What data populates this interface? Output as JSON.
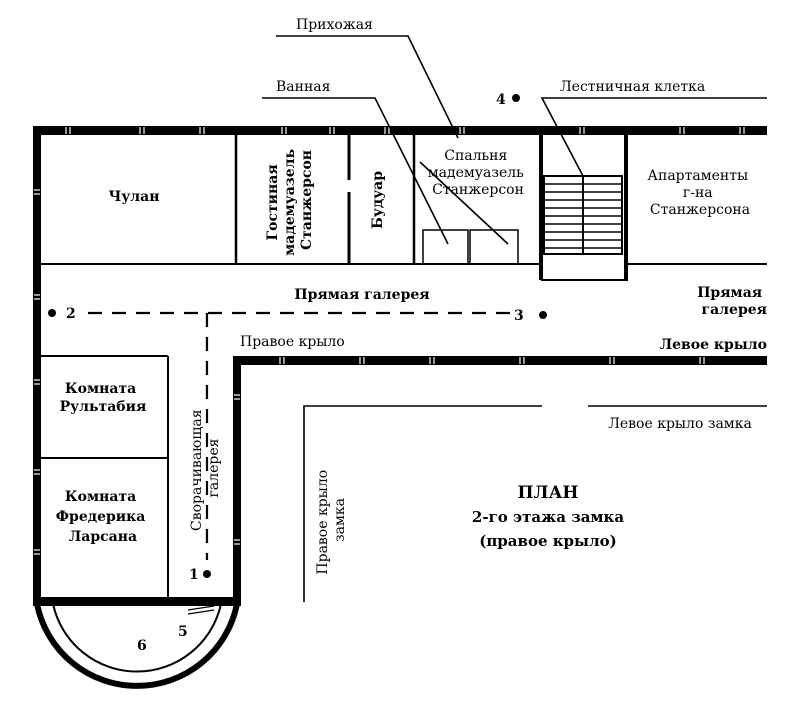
{
  "plan": {
    "title": "ПЛАН",
    "subtitle_line1": "2-го этажа замка",
    "subtitle_line2": "(правое крыло)"
  },
  "callouts": {
    "hallway": "Прихожая",
    "bathroom": "Ванная",
    "stairwell": "Лестничная клетка"
  },
  "rooms": {
    "closet": "Чулан",
    "living_room": [
      "Гостиная",
      "мадемуазель",
      "Станжерсон"
    ],
    "boudoir": "Будуар",
    "bedroom": [
      "Спальня",
      "мадемуазель",
      "Станжерсон"
    ],
    "apartments": [
      "Апартаменты",
      "г-на",
      "Станжерсона"
    ],
    "rouletabille_room": [
      "Комната",
      "Рультабия"
    ],
    "larsan_room": [
      "Комната",
      "Фредерика",
      "Ларсана"
    ]
  },
  "galleries": {
    "straight_gallery": "Прямая галерея",
    "straight_gallery_right": [
      "Прямая",
      "галерея"
    ],
    "turning_gallery": [
      "Сворачивающая",
      "галерея"
    ]
  },
  "wings": {
    "right_wing": "Правое крыло",
    "left_wing": "Левое крыло",
    "left_wing_castle": "Левое крыло замка",
    "right_wing_castle": [
      "Правое крыло",
      "замка"
    ]
  },
  "markers": {
    "m1": "1",
    "m2": "2",
    "m3": "3",
    "m4": "4",
    "m5": "5",
    "m6": "6"
  }
}
